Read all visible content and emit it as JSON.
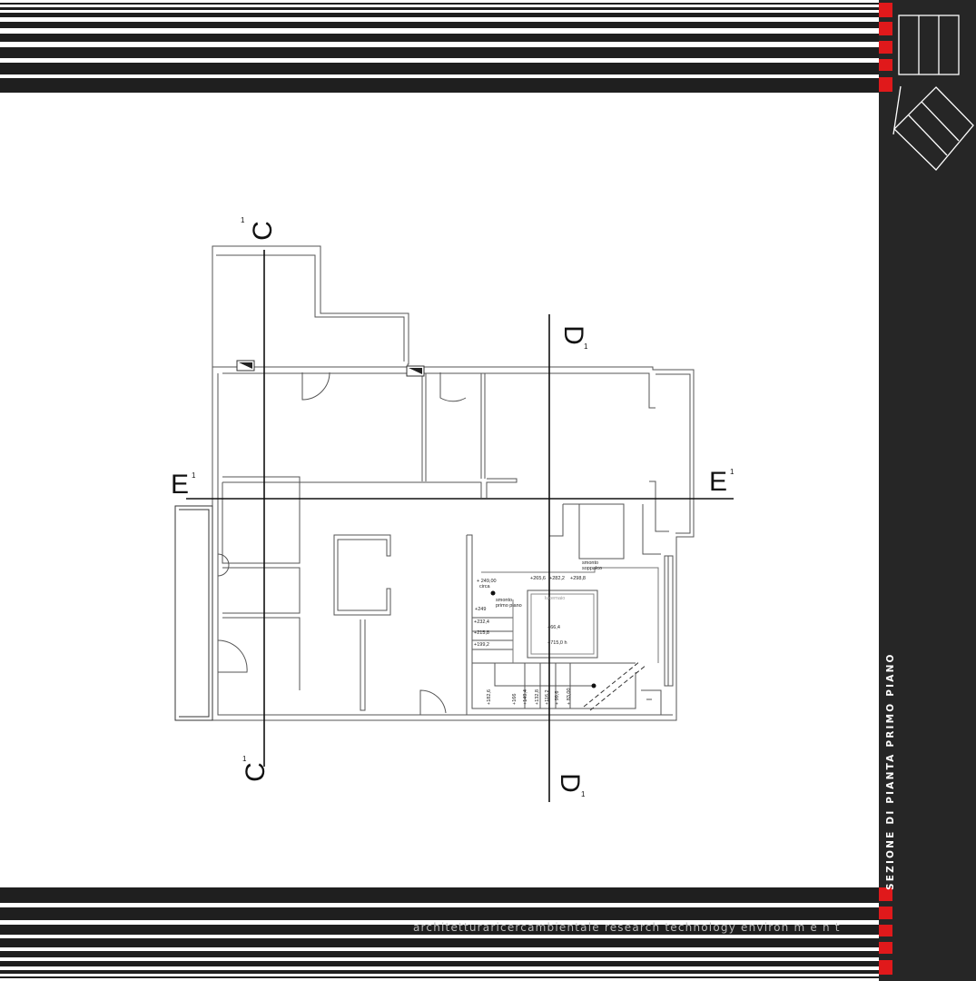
{
  "title_block": {
    "title": "SEZIONE DI PIANTA PRIMO PIANO",
    "tagline": "architetturaricercambientale research technology environ m e n t"
  },
  "colors": {
    "frame_dark": "#262626",
    "accent_red": "#e0191b",
    "background": "#ffffff"
  },
  "logo": {
    "icon": "three-bars-square-icon"
  },
  "section_marks": {
    "c_top": {
      "letter": "C",
      "sup": "1"
    },
    "c_bottom": {
      "letter": "C",
      "sup": "1"
    },
    "d_top": {
      "letter": "D",
      "sup": "1"
    },
    "d_bottom": {
      "letter": "D",
      "sup": "1"
    },
    "e_left": {
      "letter": "E",
      "sup": "1"
    },
    "e_right": {
      "letter": "E",
      "sup": "1"
    }
  },
  "annotations": {
    "a249circa": "+ 249,00",
    "circa": "circa",
    "smonto_primo_1": "smonto",
    "smonto_primo_2": "primo piano",
    "smonto_sopp_1": "smonto",
    "smonto_sopp_2": "soppalco",
    "v265": "+265,6",
    "v282": "+282,2",
    "v298": "+298,8",
    "lucernaio": "lucernaio",
    "v249": "+249",
    "v232": "+232,4",
    "v215": "+215,8",
    "v199": "+199,2",
    "v66": "+66,4",
    "v715": "+715,0 h",
    "v182": "+182,6",
    "v166": "+166",
    "v149": "+149,4",
    "v132": "+132,8",
    "v116": "+116,2",
    "v99": "+ 99,6",
    "v83": "+ 83,00"
  }
}
